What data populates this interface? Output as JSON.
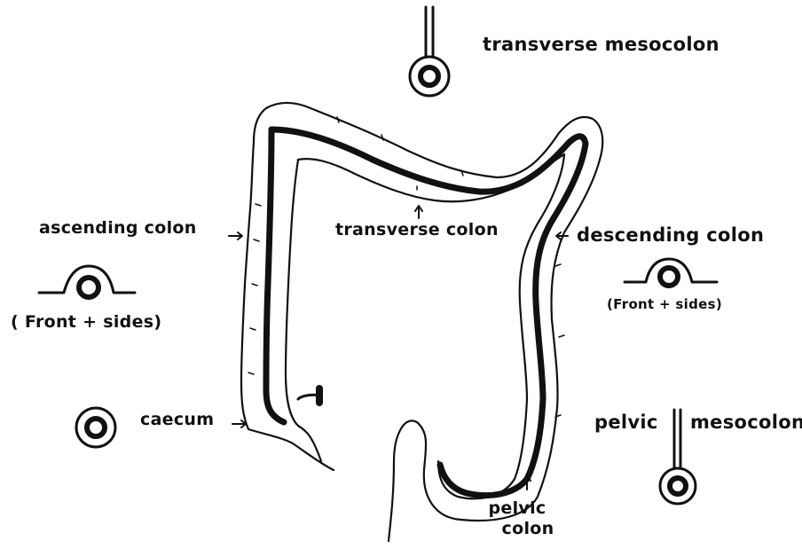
{
  "labels": {
    "transverse_mesocolon": "transverse mesocolon",
    "ascending_colon": "ascending colon",
    "transverse_colon": "transverse colon",
    "descending_colon": "descending colon",
    "front_sides_left": "( Front + sides)",
    "front_sides_right": "(Front + sides)",
    "caecum": "caecum",
    "pelvic": "pelvic",
    "pelvic_mesocolon": "mesocolon",
    "pelvic_colon_line1": "pelvic",
    "pelvic_colon_line2": "colon"
  }
}
